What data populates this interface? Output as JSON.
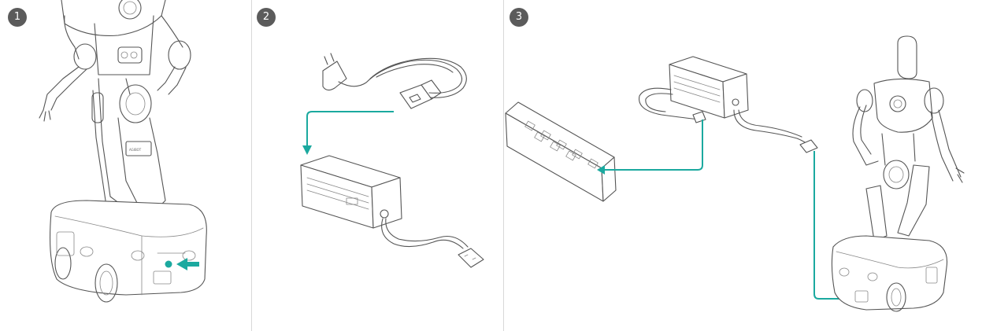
{
  "steps": [
    {
      "number": "1"
    },
    {
      "number": "2"
    },
    {
      "number": "3"
    }
  ],
  "robot": {
    "body_label": "AGIBOT"
  },
  "colors": {
    "accent": "#1ba99f",
    "badge": "#5b5b5b",
    "line": "#555555",
    "divider": "#d8d8d8"
  }
}
